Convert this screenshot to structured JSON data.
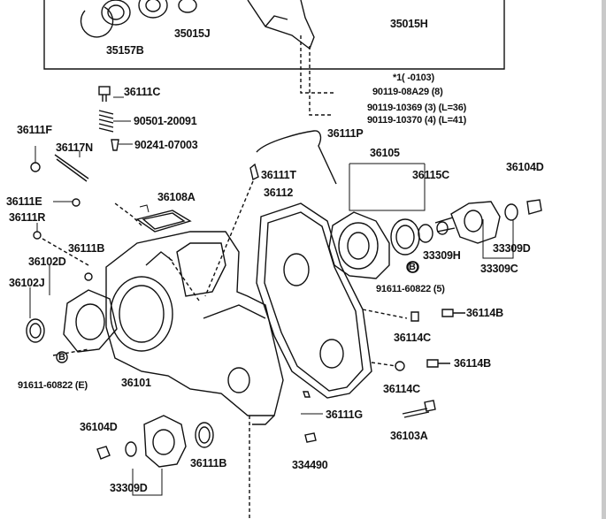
{
  "diagram": {
    "labels": {
      "p35157B": "35157B",
      "p35015J": "35015J",
      "p35015H": "35015H",
      "p36111C": "36111C",
      "p90501": "90501-20091",
      "p90241": "90241-07003",
      "note_mark": "*1(    -0103)",
      "p90119a": "90119-08A29 (8)",
      "p90119b": "90119-10369 (3) (L=36)",
      "p90119c": "90119-10370 (4) (L=41)",
      "p36111F": "36111F",
      "p36117N": "36117N",
      "p36111P": "36111P",
      "p36105": "36105",
      "p36104D_top": "36104D",
      "p36111T": "36111T",
      "p36112": "36112",
      "p36115C": "36115C",
      "p36111E": "36111E",
      "p36108A": "36108A",
      "p36111R": "36111R",
      "p36111B_top": "36111B",
      "p33309D_right": "33309D",
      "p33309H": "33309H",
      "p33309C": "33309C",
      "p36102D": "36102D",
      "p36102J": "36102J",
      "p91611_right": "91611-60822 (5)",
      "p36114B_a": "36114B",
      "p36114C_a": "36114C",
      "p36114B_b": "36114B",
      "p91611_left": "91611-60822 (E)",
      "p36101": "36101",
      "p36114C_b": "36114C",
      "p36111G": "36111G",
      "p36103A": "36103A",
      "p36104D_bot": "36104D",
      "p334490": "334490",
      "p36111B_bot": "36111B",
      "p33309D_bot": "33309D"
    },
    "callout_letter": "B"
  }
}
